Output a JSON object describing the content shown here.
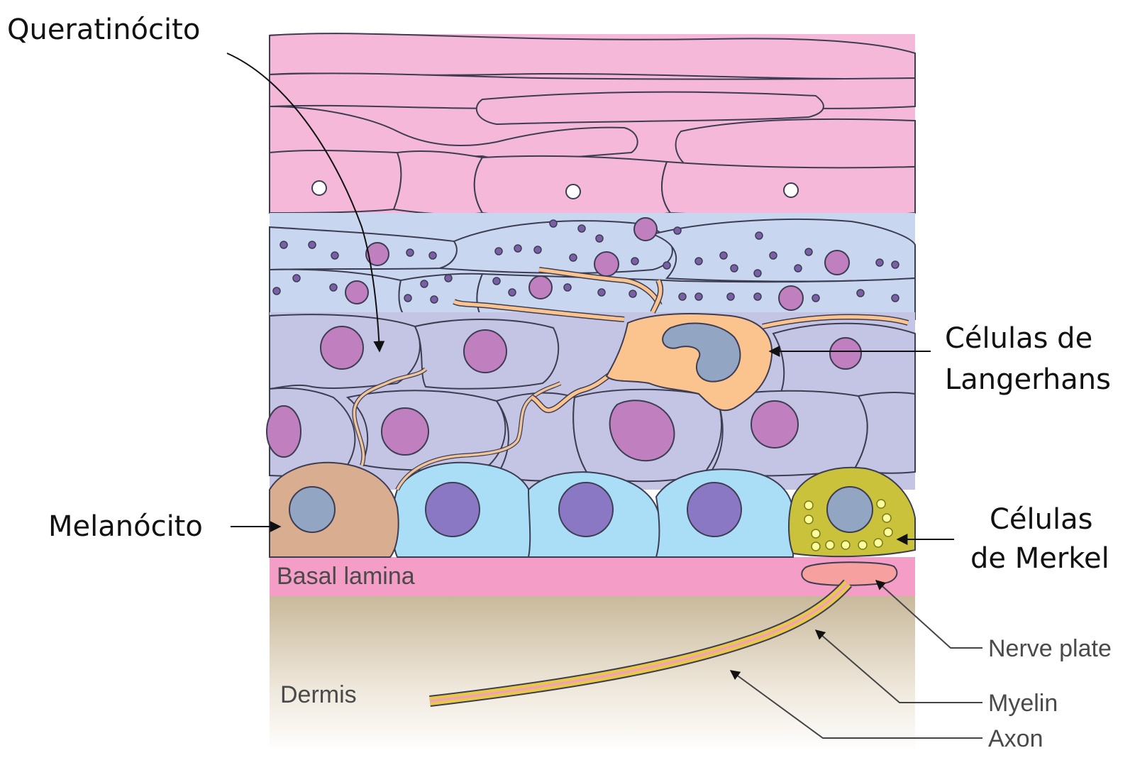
{
  "labels": {
    "keratinocyte": "Queratinócito",
    "langerhans_line1": "Células de",
    "langerhans_line2": "Langerhans",
    "melanocyte": "Melanócito",
    "merkel_line1": "Células",
    "merkel_line2": "de Merkel",
    "basal_lamina": "Basal lamina",
    "dermis": "Dermis",
    "nerve_plate": "Nerve plate",
    "myelin": "Myelin",
    "axon": "Axon"
  },
  "colors": {
    "stratum_corneum": "#f5b8d8",
    "granular_layer": "#c8d6ef",
    "spinous_layer": "#c4c4e4",
    "basal_cells": "#a9def6",
    "nucleus_purple": "#c07fbf",
    "nucleus_basal": "#8a78c4",
    "langerhans_cell": "#fbc48e",
    "melanocyte_cell": "#d9ad90",
    "merkel_cell": "#c9c23a",
    "basal_lamina": "#f49dc6",
    "dermis": "#c8b89a",
    "nerve_fiber": "#e8c84a"
  }
}
